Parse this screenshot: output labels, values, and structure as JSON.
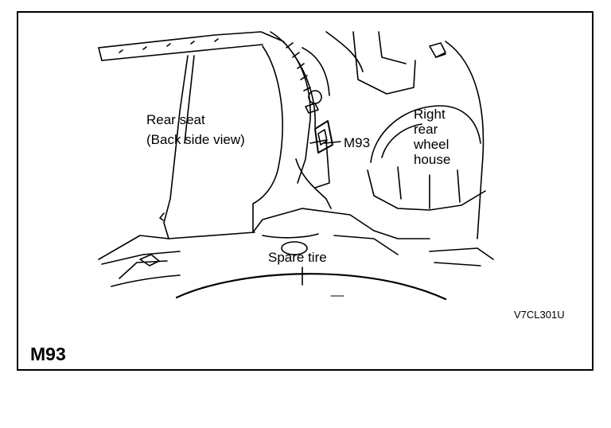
{
  "labels": {
    "rear_seat_line1": "Rear seat",
    "rear_seat_line2": "(Back side view)",
    "connector_callout": "M93",
    "right_wheel_1": "Right",
    "right_wheel_2": "rear",
    "right_wheel_3": "wheel",
    "right_wheel_4": "house",
    "spare_tire": "Spare tire"
  },
  "figure_code": "V7CL301U",
  "connector_title": "M93"
}
